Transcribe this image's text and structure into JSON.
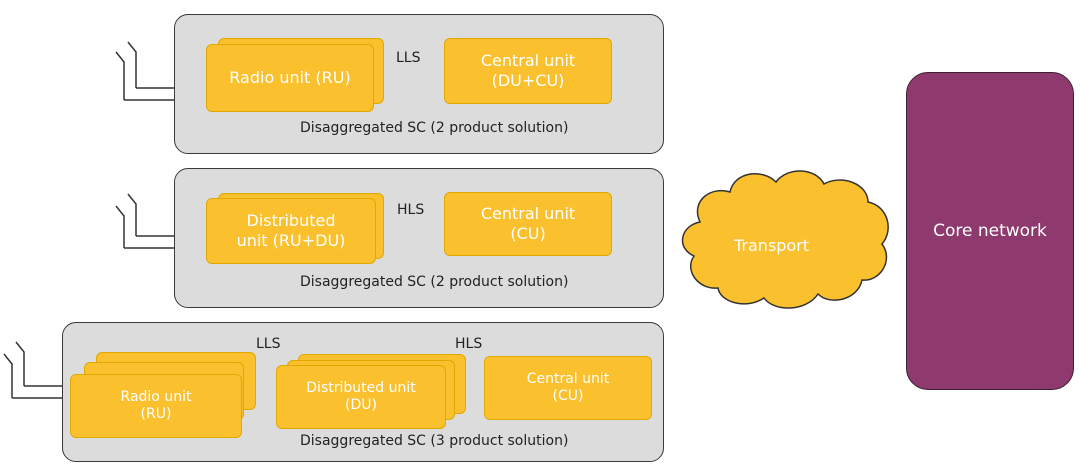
{
  "rows": [
    {
      "caption": "Disaggregated SC (2 product solution)",
      "units": [
        {
          "line1": "Radio unit (RU)",
          "line2": ""
        },
        {
          "line1": "Central unit",
          "line2": "(DU+CU)"
        }
      ],
      "links": [
        "LLS"
      ]
    },
    {
      "caption": "Disaggregated SC (2 product solution)",
      "units": [
        {
          "line1": "Distributed",
          "line2": "unit (RU+DU)"
        },
        {
          "line1": "Central unit",
          "line2": "(CU)"
        }
      ],
      "links": [
        "HLS"
      ]
    },
    {
      "caption": "Disaggregated SC (3 product solution)",
      "units": [
        {
          "line1": "Radio unit",
          "line2": "(RU)"
        },
        {
          "line1": "Distributed unit",
          "line2": "(DU)"
        },
        {
          "line1": "Central unit",
          "line2": "(CU)"
        }
      ],
      "links": [
        "LLS",
        "HLS"
      ]
    }
  ],
  "transport": {
    "label": "Transport"
  },
  "core": {
    "label": "Core network"
  },
  "colors": {
    "unit": "#fbc02d",
    "group_bg": "#dcdcdc",
    "core": "#8e3a6e",
    "cloud": "#fbc02d",
    "unit_text": "#ffffff"
  }
}
